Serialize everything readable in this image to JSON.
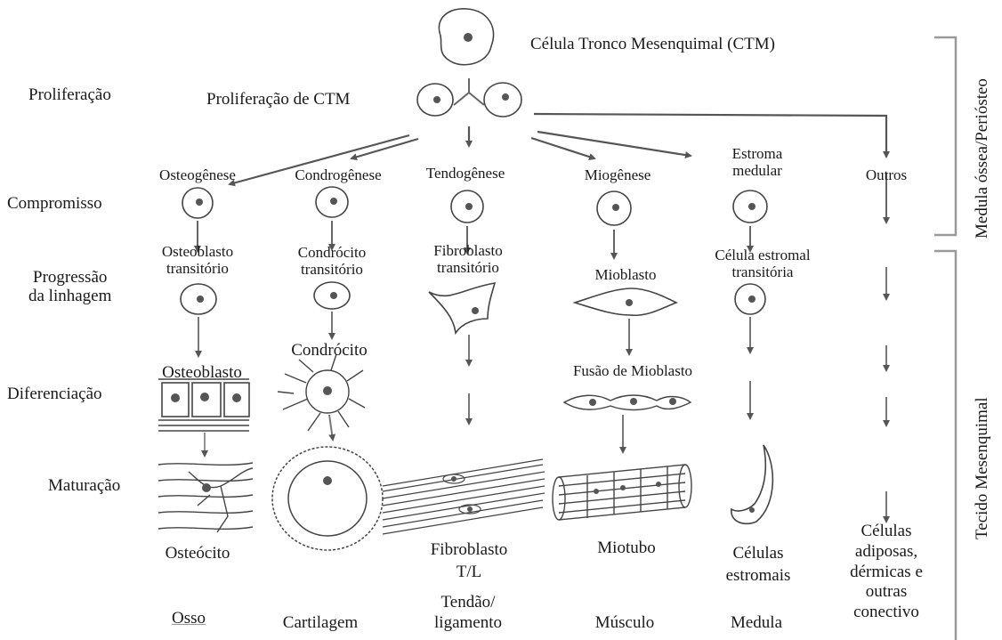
{
  "title": "Célula Tronco Mesenquimal (CTM)",
  "proliferation_label": "Proliferação de CTM",
  "stages": {
    "proliferacao": "Proliferação",
    "compromisso": "Compromisso",
    "progressao": "Progressão\nda linhagem",
    "diferenciacao": "Diferenciação",
    "maturacao": "Maturação"
  },
  "side_labels": {
    "top": "Medula óssea/Periósteo",
    "bottom": "Tecido Mesenquimal"
  },
  "lineages": [
    {
      "commitment": "Osteogênese",
      "progenitor": "Osteoblasto\ntransitório",
      "differentiated": "Osteoblasto",
      "mature": "Osteócito",
      "tissue": "Osso"
    },
    {
      "commitment": "Condrogênese",
      "progenitor": "Condrócito\ntransitório",
      "differentiated": "Condrócito",
      "mature": "",
      "tissue": "Cartilagem"
    },
    {
      "commitment": "Tendogênese",
      "progenitor": "Fibroblasto\ntransitório",
      "differentiated": "",
      "mature": "Fibroblasto\nT/L",
      "tissue": "Tendão/\nligamento"
    },
    {
      "commitment": "Miogênese",
      "progenitor": "Mioblasto",
      "differentiated": "Fusão de Mioblasto",
      "mature": "Miotubo",
      "tissue": "Músculo"
    },
    {
      "commitment": "Estroma\nmedular",
      "progenitor": "Célula estromal\ntransitória",
      "differentiated": "",
      "mature": "Células\nestromais",
      "tissue": "Medula"
    },
    {
      "commitment": "Outros",
      "progenitor": "",
      "differentiated": "",
      "mature": "Células\nadiposas,\ndérmicas e\noutras\nconectivo",
      "tissue": ""
    }
  ]
}
